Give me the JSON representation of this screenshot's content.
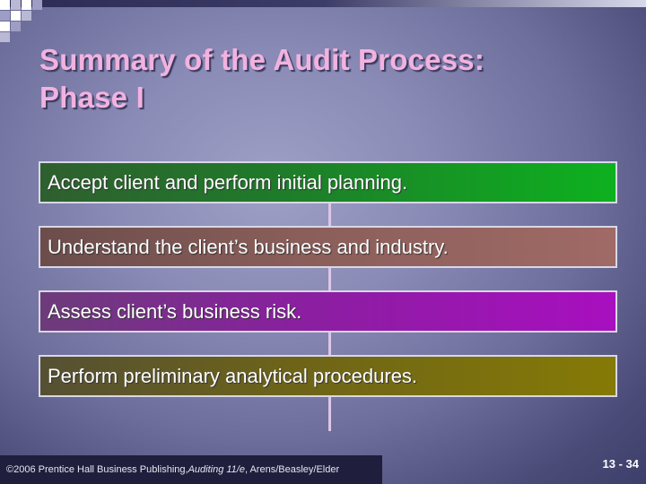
{
  "slide": {
    "title_line1": "Summary of the Audit Process:",
    "title_line2": "Phase I",
    "steps": [
      {
        "label": "Accept client and perform initial planning."
      },
      {
        "label": "Understand the client’s business and industry."
      },
      {
        "label": "Assess client’s business risk."
      },
      {
        "label": "Perform preliminary analytical procedures."
      }
    ],
    "footer": {
      "copyright_prefix": "©2006 Prentice Hall Business Publishing, ",
      "book_title": "Auditing 11/e",
      "copyright_suffix": ", Arens/Beasley/Elder",
      "page_number": "13 - 34"
    },
    "colors": {
      "title": "#f2b2df",
      "step1": "#0db11f",
      "step2": "#a06a66",
      "step3": "#a80fbf",
      "step4": "#857a06"
    }
  }
}
